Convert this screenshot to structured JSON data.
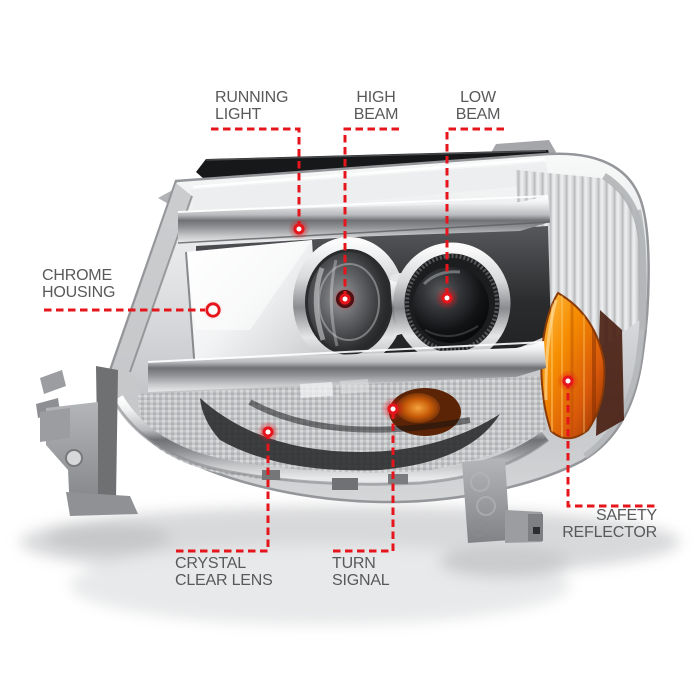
{
  "diagram": {
    "subject": "projector headlight assembly callout diagram",
    "callouts": {
      "running_light": {
        "line1": "RUNNING",
        "line2": "LIGHT"
      },
      "high_beam": {
        "line1": "HIGH",
        "line2": "BEAM"
      },
      "low_beam": {
        "line1": "LOW",
        "line2": "BEAM"
      },
      "chrome_housing": {
        "line1": "CHROME",
        "line2": "HOUSING"
      },
      "crystal_clear_lens": {
        "line1": "CRYSTAL",
        "line2": "CLEAR LENS"
      },
      "turn_signal": {
        "line1": "TURN",
        "line2": "SIGNAL"
      },
      "safety_reflector": {
        "line1": "SAFETY",
        "line2": "REFLECTOR"
      }
    },
    "colors": {
      "leader_red": "#e5151b",
      "label_text": "#58595b",
      "amber_reflector": "#f68d00",
      "chrome_silver": "#c8cacd"
    }
  }
}
